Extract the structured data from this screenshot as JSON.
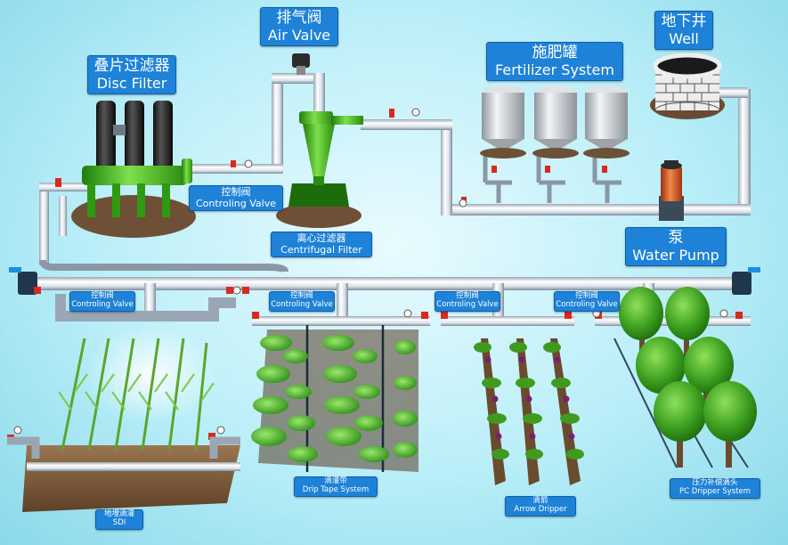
{
  "labels": {
    "air_valve": {
      "zh": "排气阀",
      "en": "Air Valve"
    },
    "well": {
      "zh": "地下井",
      "en": "Well"
    },
    "disc_filter": {
      "zh": "叠片过滤器",
      "en": "Disc Filter"
    },
    "fertilizer": {
      "zh": "施肥罐",
      "en": "Fertilizer System"
    },
    "control_main": {
      "zh": "控制阀",
      "en": "Controling Valve"
    },
    "centrifugal": {
      "zh": "离心过滤器",
      "en": "Centrifugal Filter"
    },
    "pump": {
      "zh": "泵",
      "en": "Water Pump"
    },
    "cv1": {
      "zh": "控制阀",
      "en": "Controling Valve"
    },
    "cv2": {
      "zh": "控制阀",
      "en": "Controling Valve"
    },
    "cv3": {
      "zh": "控制阀",
      "en": "Controling Valve"
    },
    "cv4": {
      "zh": "控制阀",
      "en": "Controling Valve"
    },
    "sdi": {
      "zh": "地埋滴灌",
      "en": "SDI"
    },
    "drip_tape": {
      "zh": "滴灌带",
      "en": "Drip Tape System"
    },
    "arrow_dripper": {
      "zh": "滴箭",
      "en": "Arrow Dripper"
    },
    "pc_dripper": {
      "zh": "压力补偿滴头",
      "en": "PC Dripper System"
    }
  },
  "colors": {
    "pipe": "#dfe6ee",
    "pipe_edge": "#8a97a6",
    "filter_green": "#3fb51e",
    "tank": "#b9bfc4",
    "pump_orange": "#e0602a",
    "soil": "#7a5a3c",
    "label_blue": "#1e83d8"
  }
}
